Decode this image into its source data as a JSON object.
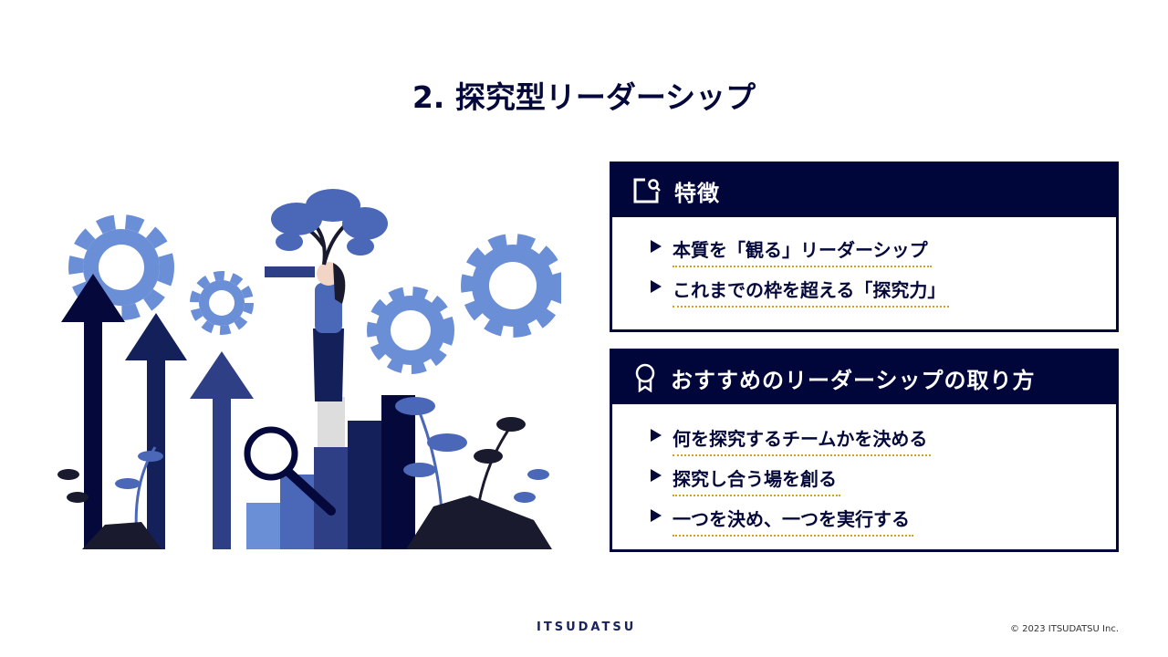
{
  "title": "2. 探究型リーダーシップ",
  "features": {
    "heading": "特徴",
    "icon": "search-document-icon",
    "items": [
      "本質を「観る」リーダーシップ",
      "これまでの枠を超える「探究力」"
    ]
  },
  "recommend": {
    "heading": "おすすめのリーダーシップの取り方",
    "icon": "award-ribbon-icon",
    "items": [
      "何を探究するチームかを決める",
      "探究し合う場を創る",
      "一つを決め、一つを実行する"
    ]
  },
  "footer": {
    "logo": "ITSUDATSU",
    "copyright": "© 2023 ITSUDATSU Inc."
  },
  "colors": {
    "navy": "#00053a",
    "accent": "#d4a020",
    "gear": "#6b8fd6"
  }
}
